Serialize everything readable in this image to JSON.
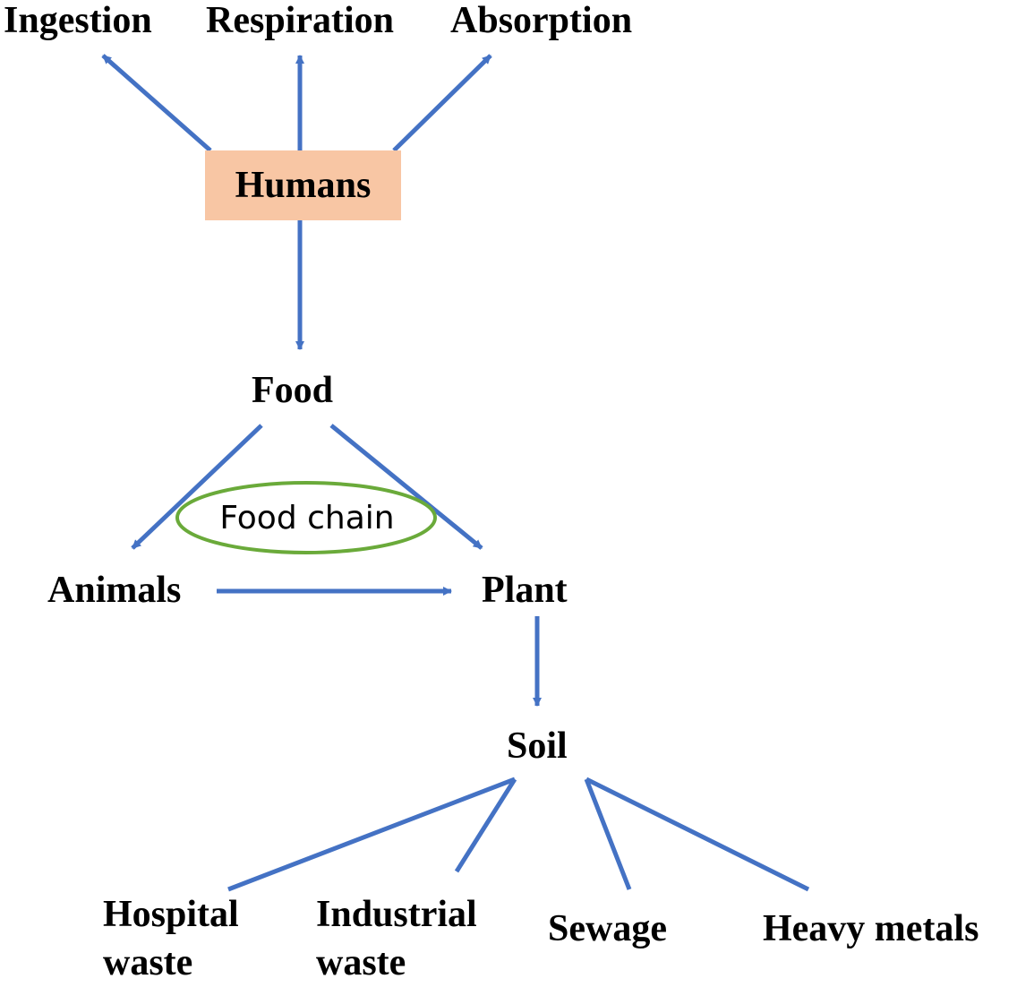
{
  "colors": {
    "arrow": "#4472c4",
    "humans_fill": "#f8c6a4",
    "food_chain_ellipse": "#6aaa3a"
  },
  "nodes": {
    "ingestion": "Ingestion",
    "respiration": "Respiration",
    "absorption": "Absorption",
    "humans": "Humans",
    "food": "Food",
    "food_chain": "Food chain",
    "animals": "Animals",
    "plant": "Plant",
    "soil": "Soil",
    "hospital_waste": "Hospital waste",
    "industrial_waste": "Industrial waste",
    "sewage": "Sewage",
    "heavy_metals": "Heavy metals"
  }
}
